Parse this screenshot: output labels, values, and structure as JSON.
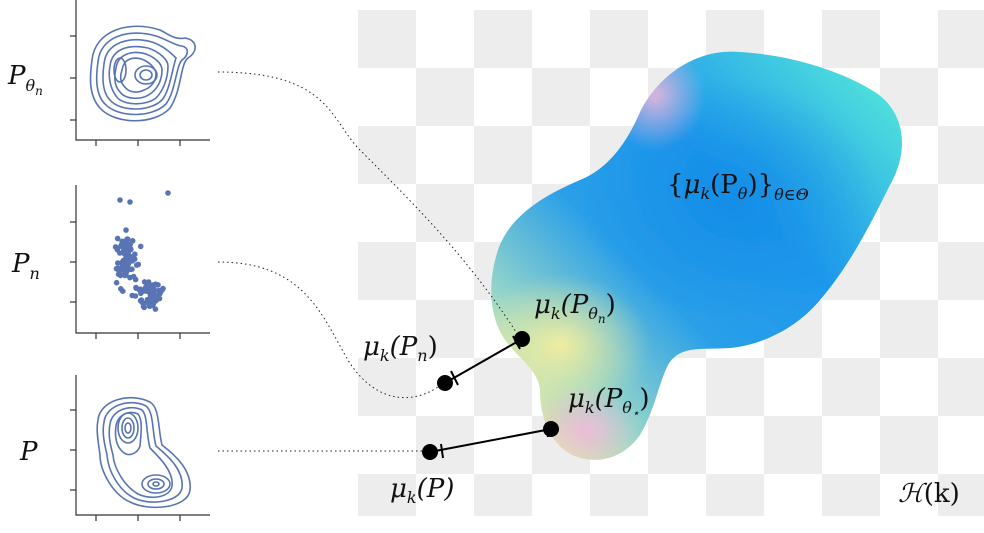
{
  "left_panels": [
    {
      "label": "P",
      "subscript": "θ",
      "subsubscript": "n",
      "kind": "contour"
    },
    {
      "label": "P",
      "subscript": "n",
      "subsubscript": "",
      "kind": "scatter"
    },
    {
      "label": "P",
      "subscript": "",
      "subsubscript": "",
      "kind": "contour"
    }
  ],
  "embedding_labels": {
    "manifold": {
      "open": "{",
      "mu": "μ",
      "k": "k",
      "inner": "(P",
      "theta": "θ",
      "close": ")}",
      "sub": "θ∈Θ"
    },
    "mu_theta_n": {
      "mu": "μ",
      "k": "k",
      "body": "(P",
      "sub": "θ",
      "subsub": "n",
      "close": ")"
    },
    "mu_Pn": {
      "mu": "μ",
      "k": "k",
      "body": "(P",
      "sub": "n",
      "close": ")"
    },
    "mu_theta_star": {
      "mu": "μ",
      "k": "k",
      "body": "(P",
      "sub": "θ",
      "subsub": "⋆",
      "close": ")"
    },
    "mu_P": {
      "mu": "μ",
      "k": "k",
      "body": "(P)"
    },
    "space": {
      "H": "ℋ",
      "arg": "(k)"
    }
  },
  "colors": {
    "blob_main": "#1e90e8",
    "blob_cyan": "#4fe0dc",
    "blob_yellow": "#f4eba0",
    "blob_pink": "#f2b8dc",
    "plot_blue": "#5874b4",
    "checker": "#ededed"
  },
  "icons": [
    "contour-plot",
    "scatter-plot",
    "point-marker"
  ]
}
